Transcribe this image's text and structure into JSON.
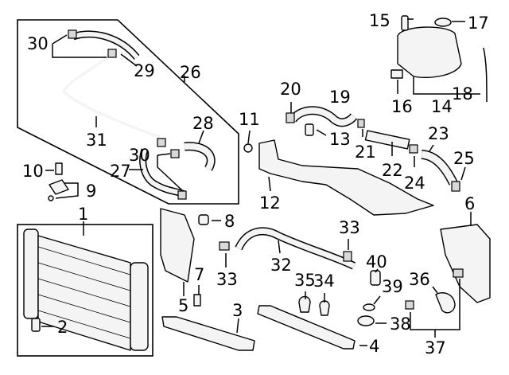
{
  "labels": {
    "c1": "1",
    "c2": "2",
    "c3": "3",
    "c4": "4",
    "c5": "5",
    "c6": "6",
    "c7": "7",
    "c8": "8",
    "c9": "9",
    "c10": "10",
    "c11": "11",
    "c12": "12",
    "c13": "13",
    "c14": "14",
    "c15": "15",
    "c16": "16",
    "c17": "17",
    "c18": "18",
    "c19": "19",
    "c20": "20",
    "c21": "21",
    "c22": "22",
    "c23": "23",
    "c24": "24",
    "c25": "25",
    "c26": "26",
    "c27": "27",
    "c28": "28",
    "c29": "29",
    "c30a": "30",
    "c30b": "30",
    "c31": "31",
    "c32": "32",
    "c33a": "33",
    "c33b": "33",
    "c34": "34",
    "c35": "35",
    "c36": "36",
    "c37": "37",
    "c38": "38",
    "c39": "39",
    "c40": "40"
  }
}
